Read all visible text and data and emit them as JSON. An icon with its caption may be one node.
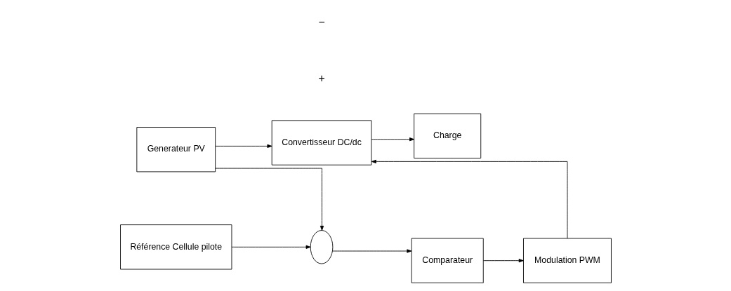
{
  "diagram": {
    "nodes": [
      {
        "text": [
          "Generateur PV"
        ]
      },
      {
        "text": [
          "Convertisseur DC/dc"
        ]
      },
      {
        "text": [
          "Charge"
        ]
      },
      {
        "text": [
          "Référence Cellule pilote"
        ]
      },
      {
        "text": [],
        "shape": "circle"
      },
      {
        "text": [
          "Comparateur"
        ]
      },
      {
        "text": [
          "Modulation PWM"
        ]
      }
    ],
    "edges": [
      {
        "from": 0,
        "to": 1,
        "arrow": "to"
      },
      {
        "from": 1,
        "to": 2,
        "arrow": "to"
      },
      {
        "from": 0,
        "to": 4,
        "arrow": "to"
      },
      {
        "from": 3,
        "to": 4,
        "arrow": "to"
      },
      {
        "from": 4,
        "to": 5,
        "arrow": "to"
      },
      {
        "from": 5,
        "to": 6,
        "arrow": "to"
      },
      {
        "from": 6,
        "to": 1,
        "arrow": "to"
      }
    ],
    "labels": [
      "+",
      "−"
    ]
  }
}
